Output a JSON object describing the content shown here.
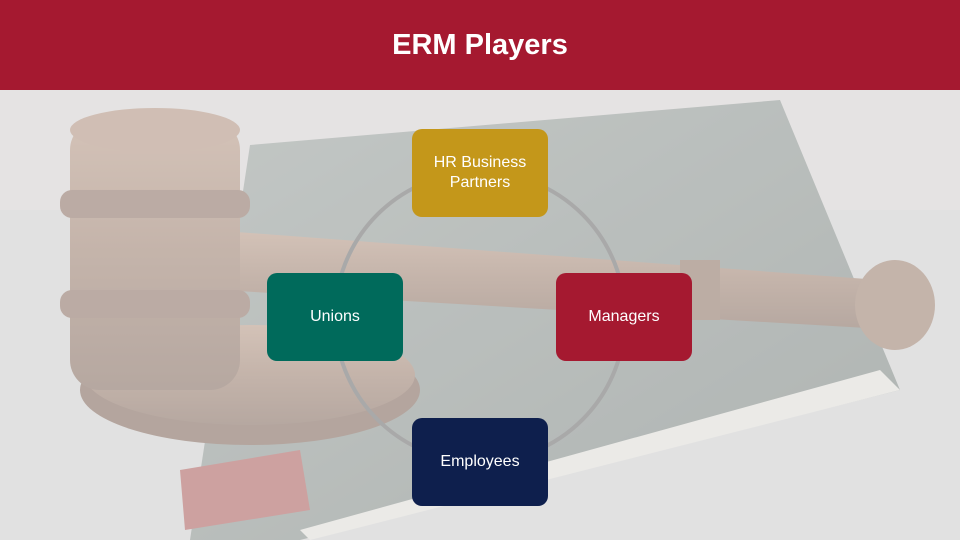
{
  "slide": {
    "title": "ERM Players",
    "header_color": "#a51930"
  },
  "diagram": {
    "type": "cycle",
    "connector_color": "#a9a9a9",
    "nodes": [
      {
        "id": "hr",
        "label": "HR Business Partners",
        "color": "#c4971a"
      },
      {
        "id": "unions",
        "label": "Unions",
        "color": "#006a5b"
      },
      {
        "id": "managers",
        "label": "Managers",
        "color": "#a51930"
      },
      {
        "id": "employees",
        "label": "Employees",
        "color": "#0e1f4d"
      }
    ]
  },
  "background": {
    "image": "gavel-on-book",
    "icon": "gavel-icon"
  }
}
